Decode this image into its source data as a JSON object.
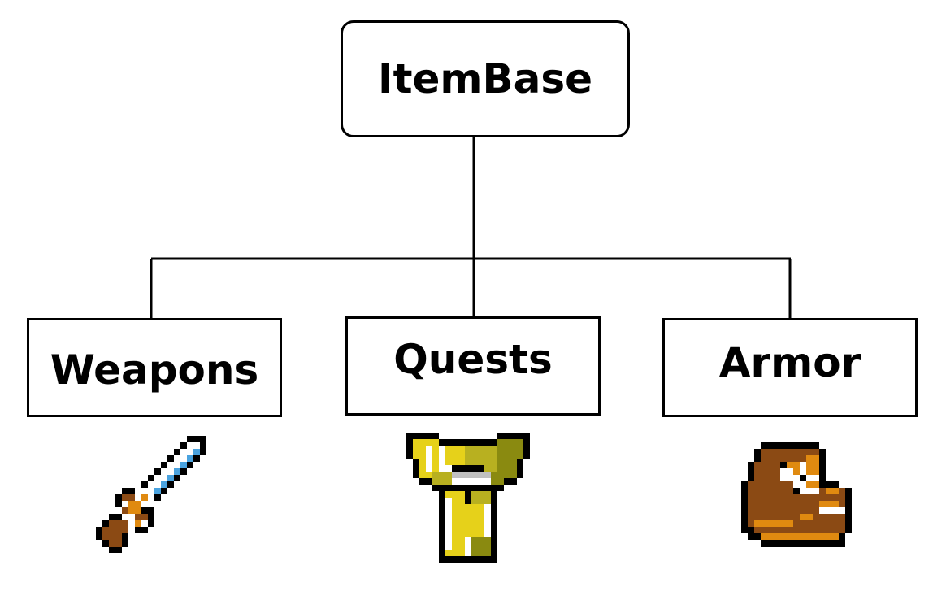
{
  "root": {
    "label": "ItemBase"
  },
  "children": [
    {
      "label": "Weapons",
      "icon": "sword-icon"
    },
    {
      "label": "Quests",
      "icon": "key-icon"
    },
    {
      "label": "Armor",
      "icon": "boot-icon"
    }
  ],
  "colors": {
    "stroke": "#000000",
    "blade": "#ffffff",
    "blade_edge": "#4aa3df",
    "leather": "#8b4a14",
    "leather_light": "#e08a10",
    "gold": "#e6d11a",
    "gold_dark": "#8a8a10",
    "gold_olive": "#b8b020",
    "metal": "#c0c0c0"
  }
}
